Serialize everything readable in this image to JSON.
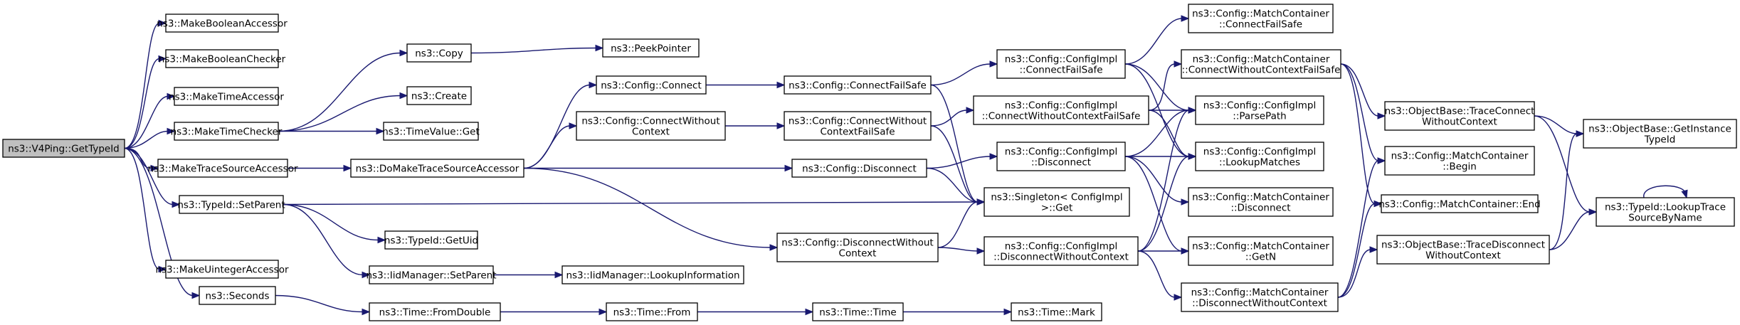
{
  "diagram": {
    "title": "",
    "edge_color": "#191970",
    "root_fill": "#bfbfbf",
    "nodes": [
      {
        "id": "root",
        "lines": [
          "ns3::V4Ping::GetTypeId"
        ],
        "root": true
      },
      {
        "id": "makeBoolAcc",
        "lines": [
          "ns3::MakeBooleanAccessor"
        ]
      },
      {
        "id": "makeBoolChk",
        "lines": [
          "ns3::MakeBooleanChecker"
        ]
      },
      {
        "id": "makeTimeAcc",
        "lines": [
          "ns3::MakeTimeAccessor"
        ]
      },
      {
        "id": "makeTimeChk",
        "lines": [
          "ns3::MakeTimeChecker"
        ]
      },
      {
        "id": "makeTSA",
        "lines": [
          "ns3::MakeTraceSourceAccessor"
        ]
      },
      {
        "id": "typeIdSetParent",
        "lines": [
          "ns3::TypeId::SetParent"
        ]
      },
      {
        "id": "makeUintAcc",
        "lines": [
          "ns3::MakeUintegerAccessor"
        ]
      },
      {
        "id": "seconds",
        "lines": [
          "ns3::Seconds"
        ]
      },
      {
        "id": "copy",
        "lines": [
          "ns3::Copy"
        ]
      },
      {
        "id": "create",
        "lines": [
          "ns3::Create"
        ]
      },
      {
        "id": "timeValueGet",
        "lines": [
          "ns3::TimeValue::Get"
        ]
      },
      {
        "id": "doMakeTSA",
        "lines": [
          "ns3::DoMakeTraceSourceAccessor"
        ]
      },
      {
        "id": "typeIdGetUid",
        "lines": [
          "ns3::TypeId::GetUid"
        ]
      },
      {
        "id": "iidSetParent",
        "lines": [
          "ns3::IidManager::SetParent"
        ]
      },
      {
        "id": "timeFromDouble",
        "lines": [
          "ns3::Time::FromDouble"
        ]
      },
      {
        "id": "peekPointer",
        "lines": [
          "ns3::PeekPointer"
        ]
      },
      {
        "id": "configConnect",
        "lines": [
          "ns3::Config::Connect"
        ]
      },
      {
        "id": "configConnectWC",
        "lines": [
          "ns3::Config::ConnectWithout",
          "Context"
        ]
      },
      {
        "id": "configDisconnect",
        "lines": [
          "ns3::Config::Disconnect"
        ]
      },
      {
        "id": "configDisconnectWC",
        "lines": [
          "ns3::Config::DisconnectWithout",
          "Context"
        ]
      },
      {
        "id": "iidLookupInfo",
        "lines": [
          "ns3::IidManager::LookupInformation"
        ]
      },
      {
        "id": "timeFrom",
        "lines": [
          "ns3::Time::From"
        ]
      },
      {
        "id": "configConnectFS",
        "lines": [
          "ns3::Config::ConnectFailSafe"
        ]
      },
      {
        "id": "configConnectWCFS",
        "lines": [
          "ns3::Config::ConnectWithout",
          "ContextFailSafe"
        ]
      },
      {
        "id": "timeTime",
        "lines": [
          "ns3::Time::Time"
        ]
      },
      {
        "id": "implConnectFS",
        "lines": [
          "ns3::Config::ConfigImpl",
          "::ConnectFailSafe"
        ]
      },
      {
        "id": "implConnectWCFS",
        "lines": [
          "ns3::Config::ConfigImpl",
          "::ConnectWithoutContextFailSafe"
        ]
      },
      {
        "id": "implDisconnect",
        "lines": [
          "ns3::Config::ConfigImpl",
          "::Disconnect"
        ]
      },
      {
        "id": "singletonGet",
        "lines": [
          "ns3::Singleton< ConfigImpl",
          " >::Get"
        ]
      },
      {
        "id": "implDisconnectWC",
        "lines": [
          "ns3::Config::ConfigImpl",
          "::DisconnectWithoutContext"
        ]
      },
      {
        "id": "timeMark",
        "lines": [
          "ns3::Time::Mark"
        ]
      },
      {
        "id": "mcConnectFS",
        "lines": [
          "ns3::Config::MatchContainer",
          "::ConnectFailSafe"
        ]
      },
      {
        "id": "mcConnectWCFS",
        "lines": [
          "ns3::Config::MatchContainer",
          "::ConnectWithoutContextFailSafe"
        ]
      },
      {
        "id": "implParsePath",
        "lines": [
          "ns3::Config::ConfigImpl",
          "::ParsePath"
        ]
      },
      {
        "id": "implLookupMatches",
        "lines": [
          "ns3::Config::ConfigImpl",
          "::LookupMatches"
        ]
      },
      {
        "id": "mcDisconnect",
        "lines": [
          "ns3::Config::MatchContainer",
          "::Disconnect"
        ]
      },
      {
        "id": "mcGetN",
        "lines": [
          "ns3::Config::MatchContainer",
          "::GetN"
        ]
      },
      {
        "id": "mcDisconnectWC",
        "lines": [
          "ns3::Config::MatchContainer",
          "::DisconnectWithoutContext"
        ]
      },
      {
        "id": "obTraceConnectWC",
        "lines": [
          "ns3::ObjectBase::TraceConnect",
          "WithoutContext"
        ]
      },
      {
        "id": "mcBegin",
        "lines": [
          "ns3::Config::MatchContainer",
          "::Begin"
        ]
      },
      {
        "id": "mcEnd",
        "lines": [
          "ns3::Config::MatchContainer::End"
        ]
      },
      {
        "id": "obTraceDisconnectWC",
        "lines": [
          "ns3::ObjectBase::TraceDisconnect",
          "WithoutContext"
        ]
      },
      {
        "id": "obGetInstanceTypeId",
        "lines": [
          "ns3::ObjectBase::GetInstance",
          "TypeId"
        ]
      },
      {
        "id": "typeIdLookupTSBN",
        "lines": [
          "ns3::TypeId::LookupTrace",
          "SourceByName"
        ]
      }
    ],
    "edges": [
      [
        "root",
        "makeBoolAcc"
      ],
      [
        "root",
        "makeBoolChk"
      ],
      [
        "root",
        "makeTimeAcc"
      ],
      [
        "root",
        "makeTimeChk"
      ],
      [
        "root",
        "makeTSA"
      ],
      [
        "root",
        "typeIdSetParent"
      ],
      [
        "root",
        "makeUintAcc"
      ],
      [
        "root",
        "seconds"
      ],
      [
        "makeTimeChk",
        "copy"
      ],
      [
        "makeTimeChk",
        "create"
      ],
      [
        "makeTimeChk",
        "timeValueGet"
      ],
      [
        "copy",
        "peekPointer"
      ],
      [
        "makeTSA",
        "doMakeTSA"
      ],
      [
        "doMakeTSA",
        "configConnect"
      ],
      [
        "doMakeTSA",
        "configConnectWC"
      ],
      [
        "doMakeTSA",
        "configDisconnect"
      ],
      [
        "doMakeTSA",
        "configDisconnectWC"
      ],
      [
        "typeIdSetParent",
        "singletonGet"
      ],
      [
        "typeIdSetParent",
        "typeIdGetUid"
      ],
      [
        "typeIdSetParent",
        "iidSetParent"
      ],
      [
        "iidSetParent",
        "iidLookupInfo"
      ],
      [
        "seconds",
        "timeFromDouble"
      ],
      [
        "timeFromDouble",
        "timeFrom"
      ],
      [
        "timeFrom",
        "timeTime"
      ],
      [
        "timeTime",
        "timeMark"
      ],
      [
        "configConnect",
        "configConnectFS"
      ],
      [
        "configConnectWC",
        "configConnectWCFS"
      ],
      [
        "configConnectFS",
        "implConnectFS"
      ],
      [
        "configConnectFS",
        "singletonGet"
      ],
      [
        "configConnectWCFS",
        "implConnectWCFS"
      ],
      [
        "configConnectWCFS",
        "singletonGet"
      ],
      [
        "configDisconnect",
        "implDisconnect"
      ],
      [
        "configDisconnect",
        "singletonGet"
      ],
      [
        "configDisconnectWC",
        "singletonGet"
      ],
      [
        "configDisconnectWC",
        "implDisconnectWC"
      ],
      [
        "implConnectFS",
        "mcConnectFS"
      ],
      [
        "implConnectFS",
        "implParsePath"
      ],
      [
        "implConnectFS",
        "implLookupMatches"
      ],
      [
        "implConnectWCFS",
        "mcConnectWCFS"
      ],
      [
        "implConnectWCFS",
        "implParsePath"
      ],
      [
        "implConnectWCFS",
        "implLookupMatches"
      ],
      [
        "implDisconnect",
        "implParsePath"
      ],
      [
        "implDisconnect",
        "implLookupMatches"
      ],
      [
        "implDisconnect",
        "mcDisconnect"
      ],
      [
        "implDisconnect",
        "mcGetN"
      ],
      [
        "implDisconnectWC",
        "implParsePath"
      ],
      [
        "implDisconnectWC",
        "implLookupMatches"
      ],
      [
        "implDisconnectWC",
        "mcGetN"
      ],
      [
        "implDisconnectWC",
        "mcDisconnectWC"
      ],
      [
        "mcConnectWCFS",
        "obTraceConnectWC"
      ],
      [
        "mcConnectWCFS",
        "mcBegin"
      ],
      [
        "mcConnectWCFS",
        "mcEnd"
      ],
      [
        "mcDisconnectWC",
        "mcBegin"
      ],
      [
        "mcDisconnectWC",
        "mcEnd"
      ],
      [
        "mcDisconnectWC",
        "obTraceDisconnectWC"
      ],
      [
        "obTraceConnectWC",
        "obGetInstanceTypeId"
      ],
      [
        "obTraceConnectWC",
        "typeIdLookupTSBN"
      ],
      [
        "obTraceDisconnectWC",
        "obGetInstanceTypeId"
      ],
      [
        "obTraceDisconnectWC",
        "typeIdLookupTSBN"
      ],
      [
        "typeIdLookupTSBN",
        "typeIdLookupTSBN"
      ]
    ]
  }
}
